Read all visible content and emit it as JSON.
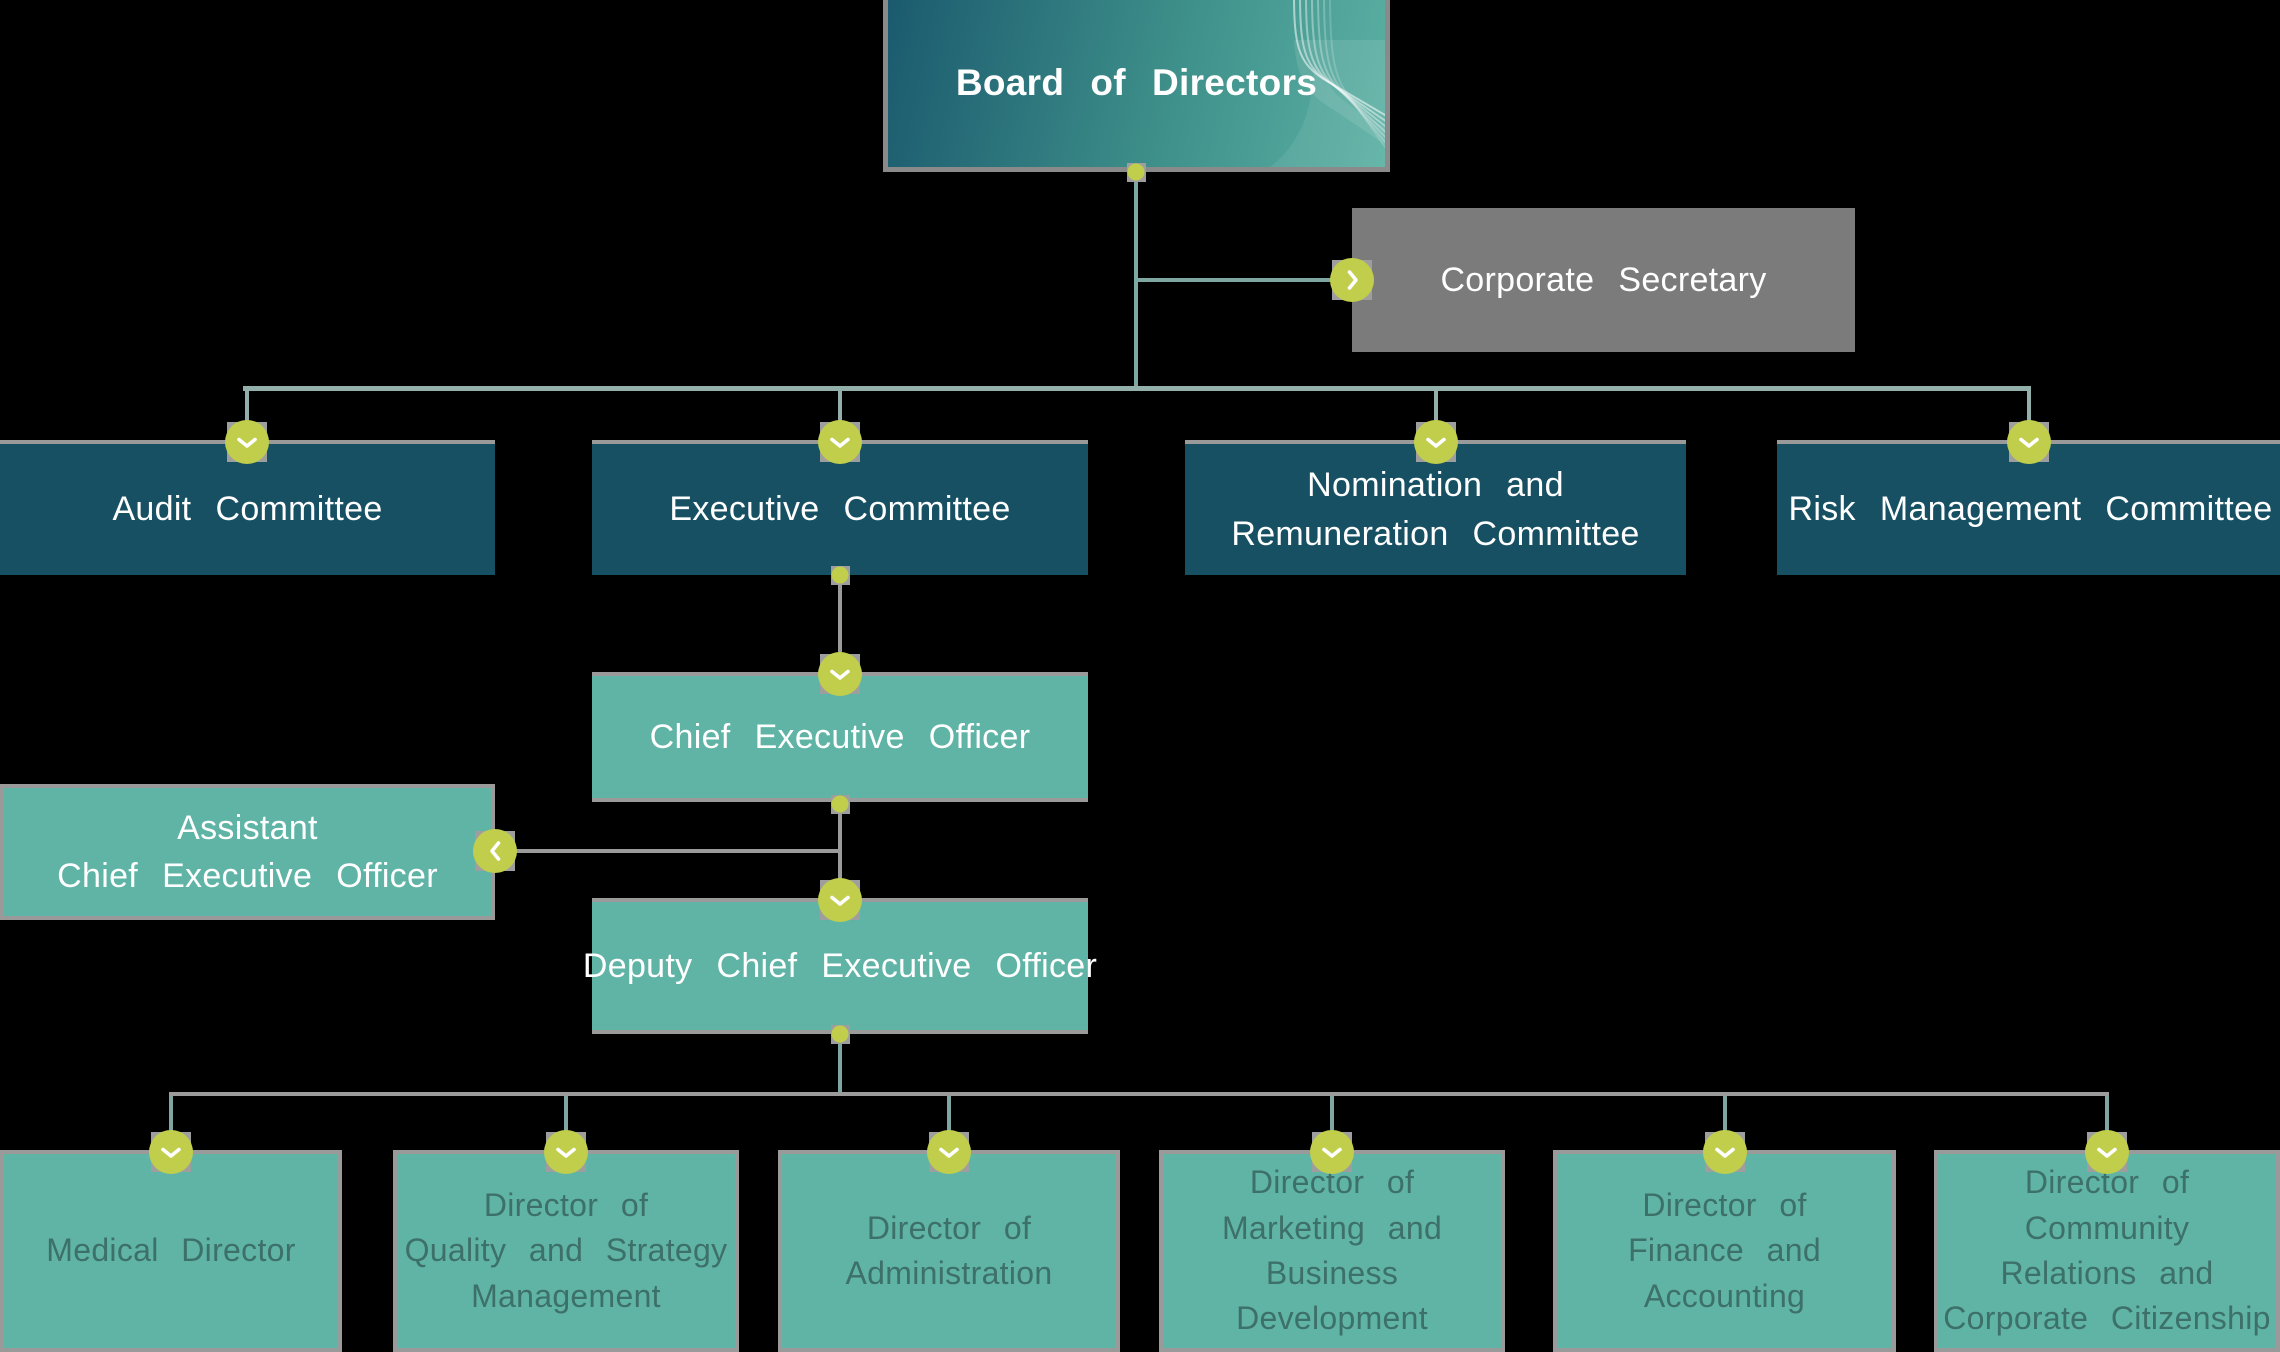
{
  "colors": {
    "accent_green": "#c1ce4c",
    "dark_teal": "#175063",
    "teal": "#5fb4a6",
    "gray_box": "#7b7b7b",
    "border_gray": "#9a9a9a",
    "line_teal": "#7fa7a2",
    "line_teal_light": "#93afaa",
    "line_gray": "#9b9b9b",
    "text_dark": "#3d7068",
    "board_grad_start": "#1b5a6e",
    "board_grad_end": "#5bb0a3",
    "background": "#000000"
  },
  "nodes": {
    "board": {
      "label": "Board of Directors"
    },
    "corporate_secretary": {
      "label": "Corporate Secretary"
    },
    "audit": {
      "label": "Audit Committee"
    },
    "executive": {
      "label": "Executive Committee"
    },
    "nomination": {
      "lines": [
        "Nomination and",
        "Remuneration Committee"
      ]
    },
    "risk": {
      "label": "Risk Management Committee"
    },
    "ceo": {
      "label": "Chief Executive Officer"
    },
    "assistant_ceo": {
      "lines": [
        "Assistant",
        "Chief Executive Officer"
      ]
    },
    "deputy_ceo": {
      "label": "Deputy Chief Executive Officer"
    },
    "medical": {
      "label": "Medical Director"
    },
    "quality": {
      "lines": [
        "Director of",
        "Quality and Strategy",
        "Management"
      ]
    },
    "administration": {
      "lines": [
        "Director of",
        "Administration"
      ]
    },
    "marketing": {
      "lines": [
        "Director of",
        "Marketing and",
        "Business Development"
      ]
    },
    "finance": {
      "lines": [
        "Director of",
        "Finance and Accounting"
      ]
    },
    "community": {
      "lines": [
        "Director of Community",
        "Relations and",
        "Corporate Citizenship"
      ]
    }
  }
}
